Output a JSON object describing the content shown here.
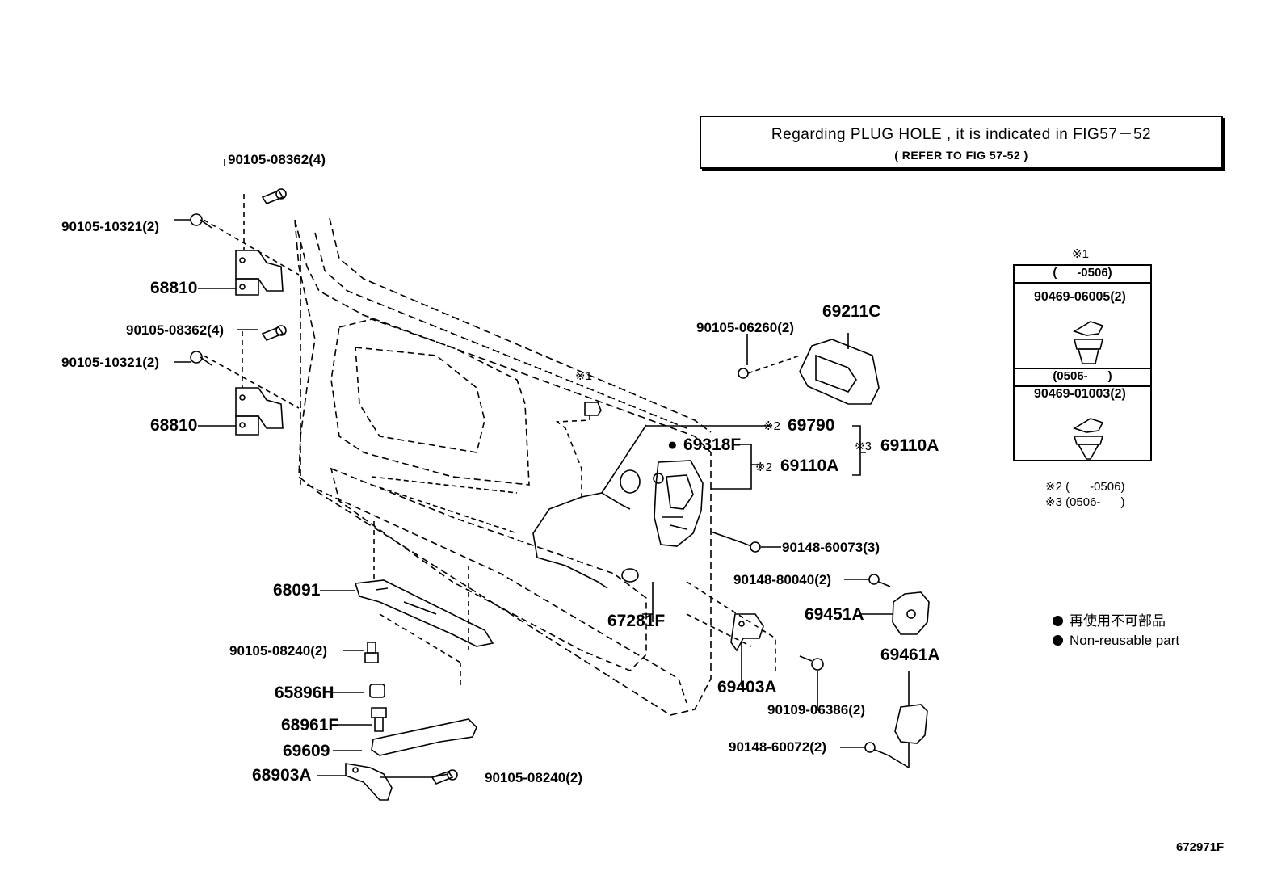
{
  "reference_note": {
    "line1": "Regarding PLUG HOLE , it is indicated in FIG57－52",
    "line2": "(   REFER TO FIG 57-52 )"
  },
  "parts": {
    "p1": "90105-08362(4)",
    "p2": "90105-10321(2)",
    "p3": "68810",
    "p4": "90105-08362(4)",
    "p5": "90105-10321(2)",
    "p6": "68810",
    "p7": "68091",
    "p8": "90105-08240(2)",
    "p9": "65896H",
    "p10": "68961F",
    "p11": "69609",
    "p12": "68903A",
    "p13": "90105-08240(2)",
    "p14": "90105-06260(2)",
    "p15": "69211C",
    "p16": "69790",
    "p17": "69318F",
    "p18": "69110A",
    "p19": "69110A",
    "p20": "90148-60073(3)",
    "p21": "90148-80040(2)",
    "p22": "69451A",
    "p23": "67281F",
    "p24": "69403A",
    "p25": "90109-06386(2)",
    "p26": "69461A",
    "p27": "90148-60072(2)"
  },
  "marks": {
    "m1": "※1",
    "m2a": "※2",
    "m2b": "※2",
    "m3": "※3",
    "nonreusable_dot": "●"
  },
  "clip_box": {
    "header": "※1",
    "range1": "(      -0506)",
    "part1": "90469-06005(2)",
    "range2": "(0506-      )",
    "part2": "90469-01003(2)"
  },
  "footnotes": {
    "n2": "※2 (      -0506)",
    "n3": "※3 (0506-      )"
  },
  "legend": {
    "jp": "再使用不可部品",
    "en": "Non-reusable part"
  },
  "figure_id": "672971F"
}
